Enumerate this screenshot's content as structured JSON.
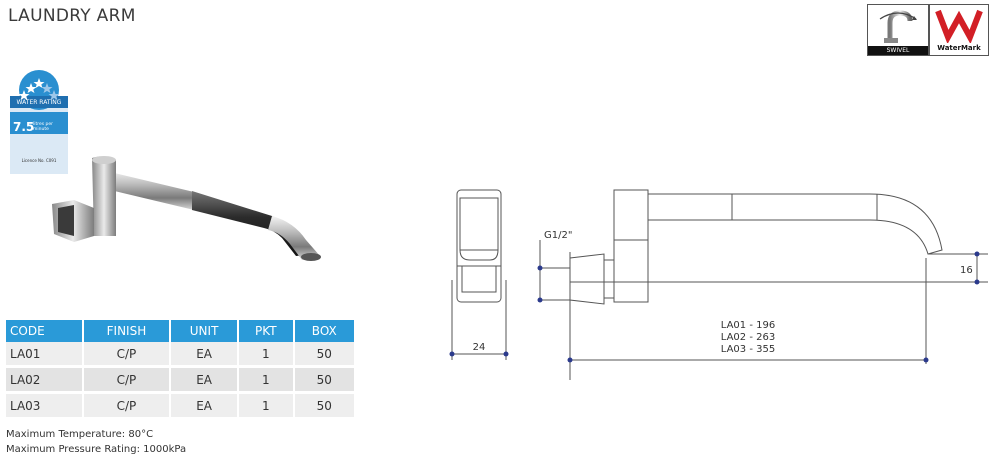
{
  "header": {
    "title": "LAUNDRY ARM"
  },
  "certifications": [
    {
      "name": "swivel-badge",
      "label": "SWIVEL"
    },
    {
      "name": "watermark-badge",
      "label": "WaterMark"
    }
  ],
  "water_rating": {
    "heading": "WATER RATING",
    "value": "7.5",
    "unit": "litres per minute",
    "licence": "Licence No. C091",
    "stars": 3
  },
  "table": {
    "columns": [
      "CODE",
      "FINISH",
      "UNIT",
      "PKT",
      "BOX"
    ],
    "rows": [
      [
        "LA01",
        "C/P",
        "EA",
        "1",
        "50"
      ],
      [
        "LA02",
        "C/P",
        "EA",
        "1",
        "50"
      ],
      [
        "LA03",
        "C/P",
        "EA",
        "1",
        "50"
      ]
    ]
  },
  "notes": [
    "Maximum Temperature: 80°C",
    "Maximum Pressure Rating: 1000kPa"
  ],
  "drawing": {
    "thread": "G1/2\"",
    "width": "24",
    "height_offset": "16",
    "lengths": [
      "LA01 - 196",
      "LA02 - 263",
      "LA03 - 355"
    ]
  },
  "colors": {
    "header_blue": "#2a9ad8",
    "watermark_red": "#d21f26",
    "dimension_marker": "#2b3a8c"
  }
}
